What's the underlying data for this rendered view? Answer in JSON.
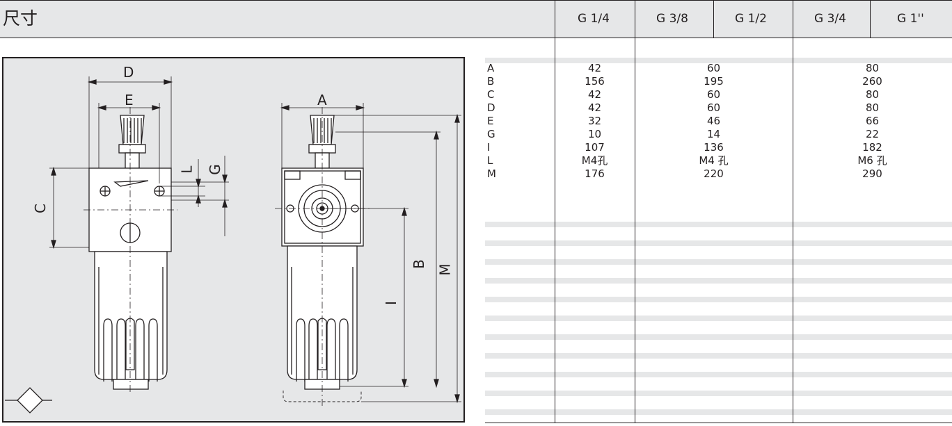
{
  "header": {
    "title": "尺寸",
    "columns": [
      "G 1/4",
      "G 3/8",
      "G 1/2",
      "G 3/4",
      "G 1''"
    ]
  },
  "drawing": {
    "labels": {
      "D": "D",
      "E": "E",
      "C": "C",
      "L": "L",
      "G": "G",
      "A": "A",
      "B": "B",
      "M": "M",
      "I": "I"
    }
  },
  "table": {
    "rows": [
      {
        "label": "A",
        "g14": "42",
        "g38_12": "60",
        "g34_1": "80"
      },
      {
        "label": "B",
        "g14": "156",
        "g38_12": "195",
        "g34_1": "260"
      },
      {
        "label": "C",
        "g14": "42",
        "g38_12": "60",
        "g34_1": "80"
      },
      {
        "label": "D",
        "g14": "42",
        "g38_12": "60",
        "g34_1": "80"
      },
      {
        "label": "E",
        "g14": "32",
        "g38_12": "46",
        "g34_1": "66"
      },
      {
        "label": "G",
        "g14": "10",
        "g38_12": "14",
        "g34_1": "22"
      },
      {
        "label": "I",
        "g14": "107",
        "g38_12": "136",
        "g34_1": "182"
      },
      {
        "label": "L",
        "g14": "M4孔",
        "g38_12": "M4 孔",
        "g34_1": "M6 孔"
      },
      {
        "label": "M",
        "g14": "176",
        "g38_12": "220",
        "g34_1": "290"
      }
    ]
  }
}
